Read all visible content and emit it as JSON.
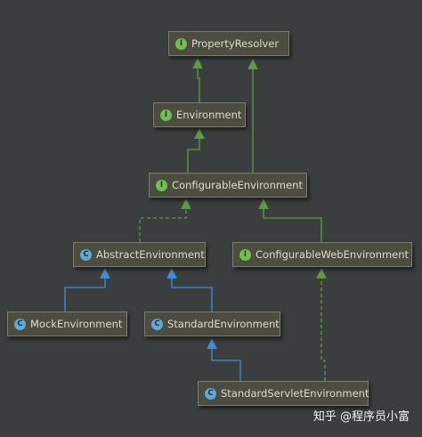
{
  "nodes": {
    "property_resolver": {
      "label": "PropertyResolver",
      "kind": "interface",
      "badge": "I"
    },
    "environment": {
      "label": "Environment",
      "kind": "interface",
      "badge": "I"
    },
    "configurable_environment": {
      "label": "ConfigurableEnvironment",
      "kind": "interface",
      "badge": "I"
    },
    "abstract_environment": {
      "label": "AbstractEnvironment",
      "kind": "abstract-class",
      "badge": "C"
    },
    "configurable_web_environment": {
      "label": "ConfigurableWebEnvironment",
      "kind": "interface",
      "badge": "I"
    },
    "mock_environment": {
      "label": "MockEnvironment",
      "kind": "class",
      "badge": "C"
    },
    "standard_environment": {
      "label": "StandardEnvironment",
      "kind": "class",
      "badge": "C"
    },
    "standard_servlet_environment": {
      "label": "StandardServletEnvironment",
      "kind": "class",
      "badge": "C"
    }
  },
  "edges": [
    {
      "from": "environment",
      "to": "property_resolver",
      "type": "extends"
    },
    {
      "from": "configurable_environment",
      "to": "property_resolver",
      "type": "extends"
    },
    {
      "from": "configurable_environment",
      "to": "environment",
      "type": "extends"
    },
    {
      "from": "abstract_environment",
      "to": "configurable_environment",
      "type": "implements"
    },
    {
      "from": "configurable_web_environment",
      "to": "configurable_environment",
      "type": "extends"
    },
    {
      "from": "mock_environment",
      "to": "abstract_environment",
      "type": "inherits"
    },
    {
      "from": "standard_environment",
      "to": "abstract_environment",
      "type": "inherits"
    },
    {
      "from": "standard_servlet_environment",
      "to": "standard_environment",
      "type": "inherits"
    },
    {
      "from": "standard_servlet_environment",
      "to": "configurable_web_environment",
      "type": "implements"
    }
  ],
  "colors": {
    "background": "#3b3e3f",
    "node_fill": "#4c4d40",
    "interface_edge": "#5f9a44",
    "class_edge": "#3f8ed8",
    "interface_badge": "#6fbf55",
    "class_badge": "#5ea9d6"
  },
  "watermark": "知乎 @程序员小富"
}
